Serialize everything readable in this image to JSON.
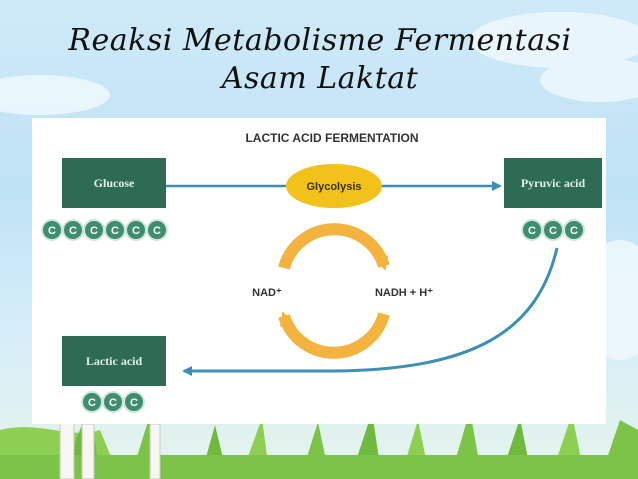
{
  "slide": {
    "title": "Reaksi Metabolisme Fermentasi Asam Laktat"
  },
  "diagram": {
    "heading": "LACTIC ACID FERMENTATION",
    "glucose_label": "Glucose",
    "glycolysis_label": "Glycolysis",
    "pyruvic_label": "Pyruvic acid",
    "lactic_label": "Lactic acid",
    "nad_label": "NAD⁺",
    "nadh_label": "NADH + H⁺",
    "carbon_symbol": "C",
    "glucose_carbons": 6,
    "pyruvic_carbons": 3,
    "lactic_carbons": 3
  },
  "colors": {
    "box_green": "#2e6b55",
    "carbon_green": "#3d8d6e",
    "arrow_blue": "#3d8fb8",
    "glycolysis_yellow": "#f2c21b",
    "cycle_orange": "#f4b23e"
  }
}
